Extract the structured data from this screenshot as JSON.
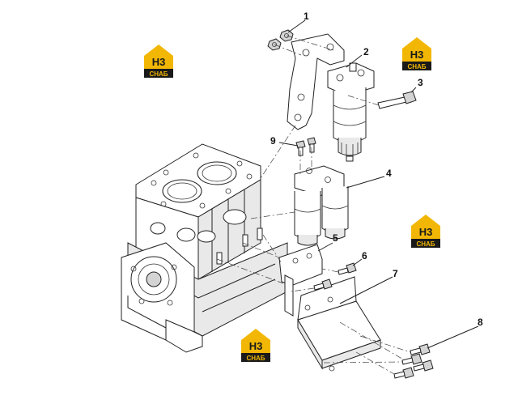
{
  "callouts": {
    "c1": "1",
    "c2": "2",
    "c3": "3",
    "c4": "4",
    "c5": "5",
    "c6": "6",
    "c7": "7",
    "c8": "8",
    "c9": "9"
  },
  "watermark": {
    "mark": "H3",
    "word": "CHAБ",
    "colors": {
      "gold": "#f2b705",
      "dark": "#1a1a1a"
    }
  }
}
